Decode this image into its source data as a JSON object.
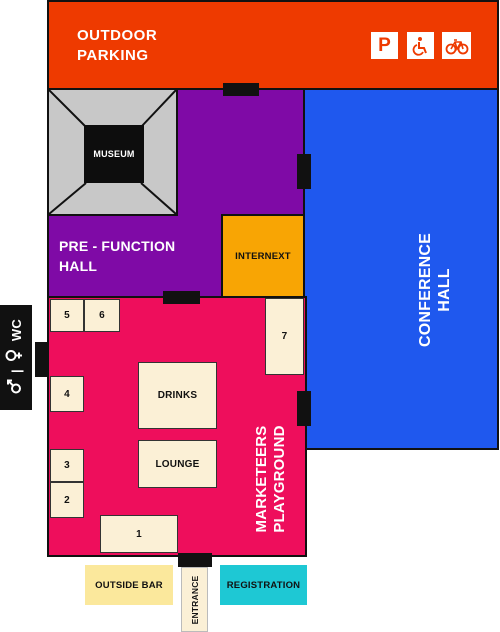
{
  "parking": {
    "label_line1": "OUTDOOR",
    "label_line2": "PARKING",
    "icons": [
      "parking-icon",
      "wheelchair-icon",
      "bicycle-icon"
    ],
    "parking_glyph": "P"
  },
  "rooms": {
    "museum": "MUSEUM",
    "prefunction_line1": "PRE - FUNCTION",
    "prefunction_line2": "HALL",
    "internext": "INTERNEXT",
    "conference_line1": "CONFERENCE",
    "conference_line2": "HALL",
    "marketeers_line1": "MARKETEERS",
    "marketeers_line2": "PLAYGROUND",
    "drinks": "DRINKS",
    "lounge": "LOUNGE"
  },
  "booths": [
    "1",
    "2",
    "3",
    "4",
    "5",
    "6",
    "7"
  ],
  "outside": {
    "outside_bar": "OUTSIDE BAR",
    "entrance": "ENTRANCE",
    "registration": "REGISTRATION"
  },
  "wc": {
    "label": "WC",
    "separator": "|",
    "icons": [
      "female-icon",
      "male-icon"
    ]
  },
  "colors": {
    "parking": "#ee3a00",
    "prefunction": "#7f0aa6",
    "conference": "#1f58ee",
    "marketeers": "#ee0e5c",
    "internext": "#f8a504",
    "museum_floor": "#c8c8c8",
    "outside_bar": "#fbe89c",
    "registration": "#1ec8d4",
    "booth": "#fbf0d6"
  }
}
